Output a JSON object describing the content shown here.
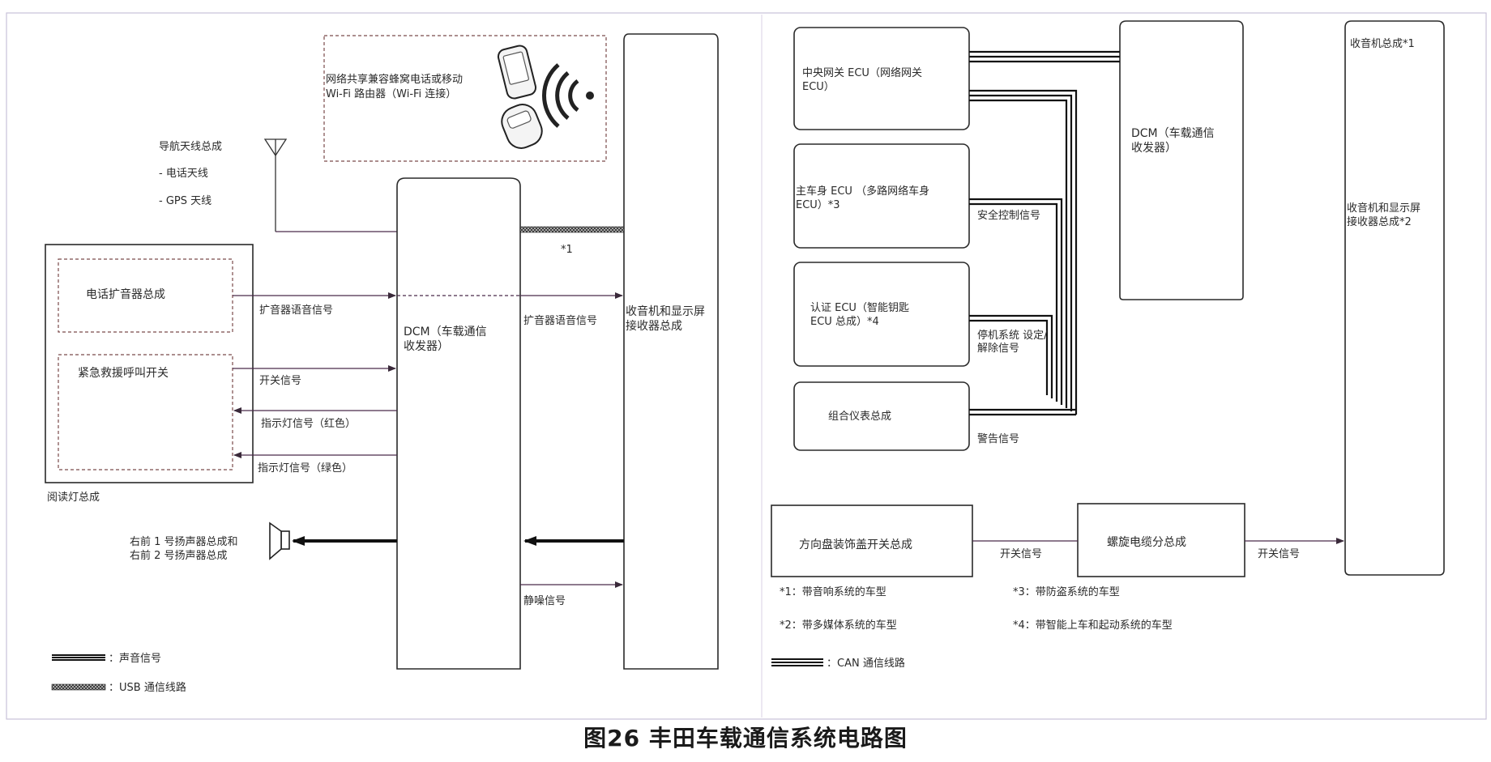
{
  "caption": "图26 丰田车载通信系统电路图",
  "left": {
    "wifi_device": [
      "网络共享兼容蜂窝电话或移动",
      "Wi-Fi 路由器（Wi-Fi 连接）"
    ],
    "antenna": [
      "导航天线总成",
      "- 电话天线",
      "- GPS 天线"
    ],
    "phone_amp": "电话扩音器总成",
    "emergency_switch": "紧急救援呼叫开关",
    "reading_light": "阅读灯总成",
    "speakers": [
      "右前 1 号扬声器总成和",
      "右前 2 号扬声器总成"
    ],
    "dcm": [
      "DCM（车载通信",
      "收发器）"
    ],
    "radio_display": [
      "收音机和显示屏",
      "接收器总成"
    ],
    "usb_note": "*1",
    "signals": {
      "amp_voice_1": "扩音器语音信号",
      "amp_voice_2": "扩音器语音信号",
      "switch_signal": "开关信号",
      "indicator_red": "指示灯信号（红色）",
      "indicator_green": "指示灯信号（绿色）",
      "mute_signal": "静噪信号"
    },
    "legend": {
      "sound": "：声音信号",
      "usb": "：USB 通信线路"
    }
  },
  "right": {
    "central_gateway": [
      "中央网关 ECU（网络网关",
      "ECU）"
    ],
    "main_body": [
      "主车身 ECU （多路网络车身",
      "ECU）*3"
    ],
    "certification": [
      "认证 ECU（智能钥匙",
      "ECU 总成）*4"
    ],
    "combination_meter": "组合仪表总成",
    "dcm": [
      "DCM（车载通信",
      "收发器）"
    ],
    "radio_top": "收音机总成*1",
    "radio_display": [
      "收音机和显示屏",
      "接收器总成*2"
    ],
    "steering_pad": "方向盘装饰盖开关总成",
    "spiral_cable": "螺旋电缆分总成",
    "signals": {
      "security": "安全控制信号",
      "immobilizer": [
        "停机系统 设定/",
        "解除信号"
      ],
      "warning": "警告信号",
      "switch_1": "开关信号",
      "switch_2": "开关信号"
    },
    "notes": {
      "n1": "*1：带音响系统的车型",
      "n2": "*2：带多媒体系统的车型",
      "n3": "*3：带防盗系统的车型",
      "n4": "*4：带智能上车和起动系统的车型"
    },
    "legend": {
      "can": "：CAN 通信线路"
    }
  }
}
